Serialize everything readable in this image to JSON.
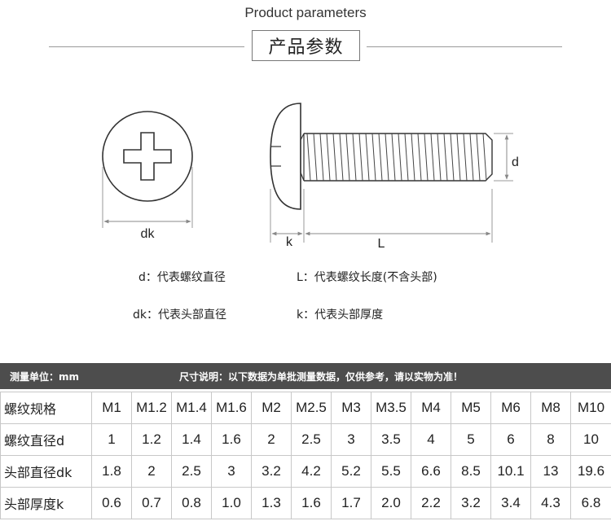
{
  "header": {
    "title_en": "Product parameters",
    "title_cn": "产品参数"
  },
  "diagram": {
    "label_dk": "dk",
    "label_k": "k",
    "label_L": "L",
    "label_d": "d"
  },
  "legend": {
    "d": "d：代表螺纹直径",
    "L": "L：代表螺纹长度(不含头部)",
    "dk": "dk：代表头部直径",
    "k": "k：代表头部厚度"
  },
  "table_bar": {
    "unit": "测量单位：mm",
    "note": "尺寸说明：以下数据为单批测量数据，仅供参考，请以实物为准！"
  },
  "table": {
    "rows": [
      {
        "label": "螺纹规格",
        "cells": [
          "M1",
          "M1.2",
          "M1.4",
          "M1.6",
          "M2",
          "M2.5",
          "M3",
          "M3.5",
          "M4",
          "M5",
          "M6",
          "M8",
          "M10"
        ]
      },
      {
        "label": "螺纹直径d",
        "cells": [
          "1",
          "1.2",
          "1.4",
          "1.6",
          "2",
          "2.5",
          "3",
          "3.5",
          "4",
          "5",
          "6",
          "8",
          "10"
        ]
      },
      {
        "label": "头部直径dk",
        "cells": [
          "1.8",
          "2",
          "2.5",
          "3",
          "3.2",
          "4.2",
          "5.2",
          "5.5",
          "6.6",
          "8.5",
          "10.1",
          "13",
          "19.6"
        ]
      },
      {
        "label": "头部厚度k",
        "cells": [
          "0.6",
          "0.7",
          "0.8",
          "1.0",
          "1.3",
          "1.6",
          "1.7",
          "2.0",
          "2.2",
          "3.2",
          "3.4",
          "4.3",
          "6.8"
        ]
      }
    ]
  }
}
